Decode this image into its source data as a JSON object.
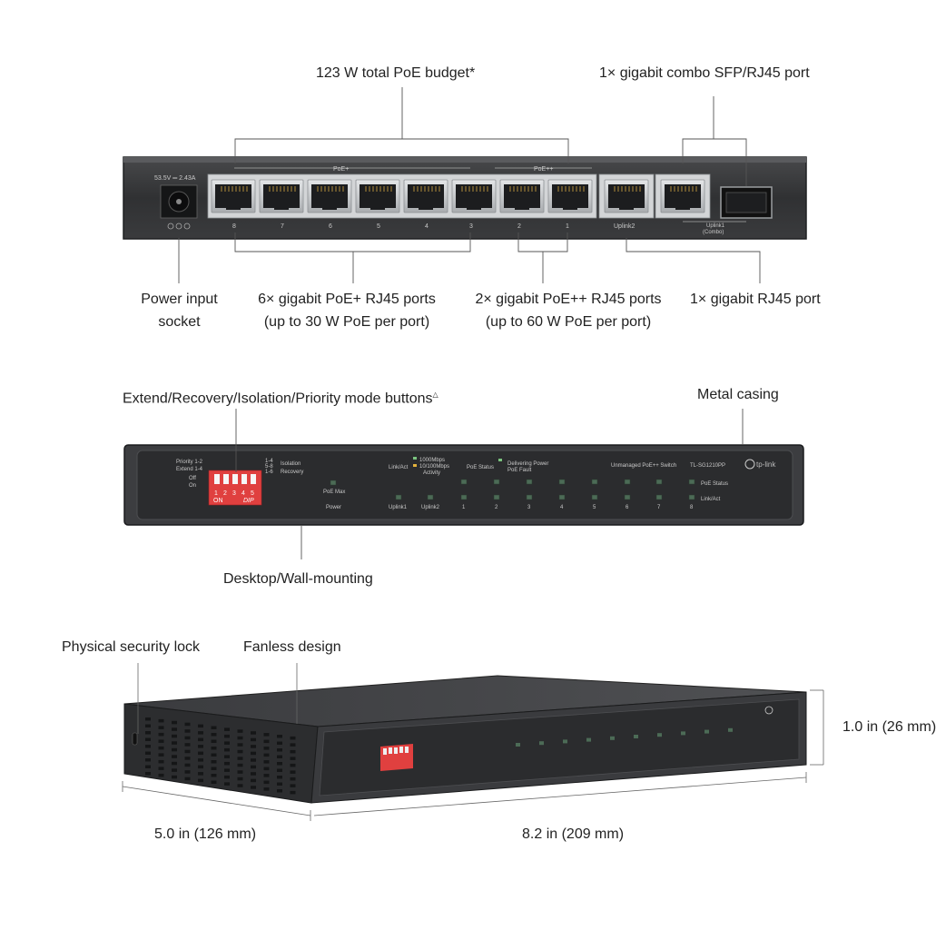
{
  "callouts": {
    "poe_budget": "123 W total PoE budget*",
    "combo_port": "1× gigabit combo SFP/RJ45 port",
    "power_input_1": "Power input",
    "power_input_2": "socket",
    "poe_plus_1": "6× gigabit PoE+ RJ45 ports",
    "poe_plus_2": "(up to 30 W PoE per port)",
    "poe_plusplus_1": "2× gigabit PoE++ RJ45 ports",
    "poe_plusplus_2": "(up to 60 W PoE per port)",
    "rj45_port": "1× gigabit RJ45 port",
    "mode_buttons": "Extend/Recovery/Isolation/Priority mode buttons",
    "mode_buttons_mark": "△",
    "metal_casing": "Metal casing",
    "mounting": "Desktop/Wall-mounting",
    "security_lock": "Physical security lock",
    "fanless": "Fanless design",
    "height": "1.0 in (26 mm)",
    "depth": "5.0 in (126 mm)",
    "width": "8.2 in (209 mm)"
  },
  "rear_panel": {
    "power_rating": "53.5V ═ 2.43A",
    "poe_plus_label": "PoE+",
    "poe_plusplus_label": "PoE++",
    "port_numbers": [
      "8",
      "7",
      "6",
      "5",
      "4",
      "3",
      "2",
      "1"
    ],
    "uplink2": "Uplink2",
    "uplink1": "Uplink1",
    "uplink1_combo": "(Combo)"
  },
  "front_panel": {
    "priority": "Priority 1-2",
    "extend": "Extend 1-4",
    "off": "Off",
    "on": "On",
    "dip_numbers": [
      "1",
      "2",
      "3",
      "4",
      "5"
    ],
    "dip_on": "ON",
    "dip_brand": "DIP",
    "iso_1_4": "1-4",
    "iso_5_8": "5-8",
    "iso_1_6": "1-6",
    "isolation": "Isolation",
    "recovery": "Recovery",
    "poe_max": "PoE Max",
    "power": "Power",
    "link_act": "Link/Act",
    "speed_1000": "1000Mbps",
    "speed_10_100": "10/100Mbps",
    "activity": "Activity",
    "poe_status": "PoE Status",
    "delivering_power": "Delivering Power",
    "poe_fault": "PoE Fault",
    "product_type": "Unmanaged PoE++ Switch",
    "model": "TL-SG1210PP",
    "brand": "tp-link",
    "led_ports": [
      "Uplink1",
      "Uplink2",
      "1",
      "2",
      "3",
      "4",
      "5",
      "6",
      "7",
      "8"
    ],
    "legend_poe_status": "PoE Status",
    "legend_link_act": "Link/Act"
  },
  "colors": {
    "case_dark": "#2e2f31",
    "case_edge": "#4a4b4d",
    "port_metal": "#c9cbcd",
    "dip_switch": "#e0403f",
    "led_off": "#3f5a48",
    "callout_line": "#555555"
  }
}
